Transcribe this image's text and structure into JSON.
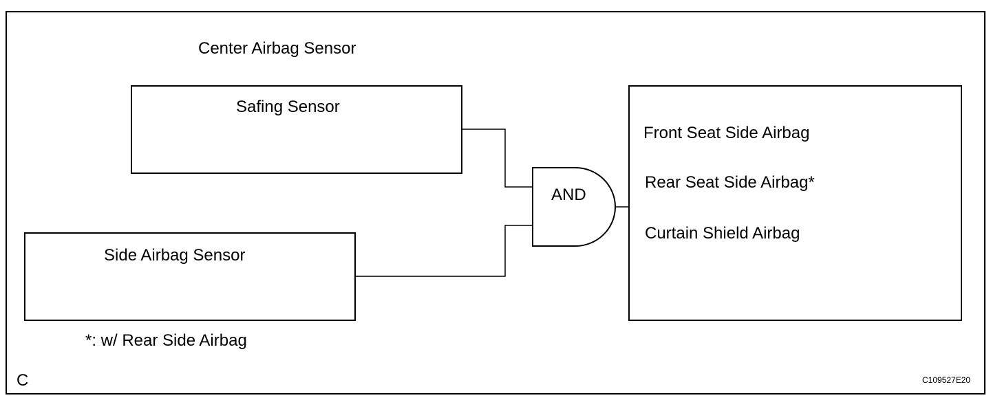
{
  "diagram": {
    "title": "Center Airbag Sensor",
    "safing_sensor_label": "Safing Sensor",
    "side_airbag_sensor_label": "Side Airbag Sensor",
    "gate_label": "AND",
    "outputs": [
      "Front Seat Side Airbag",
      "Rear Seat Side Airbag*",
      "Curtain Shield Airbag"
    ],
    "footnote": "*: w/ Rear Side Airbag",
    "corner_letter": "C",
    "figure_code": "C109527E20"
  }
}
